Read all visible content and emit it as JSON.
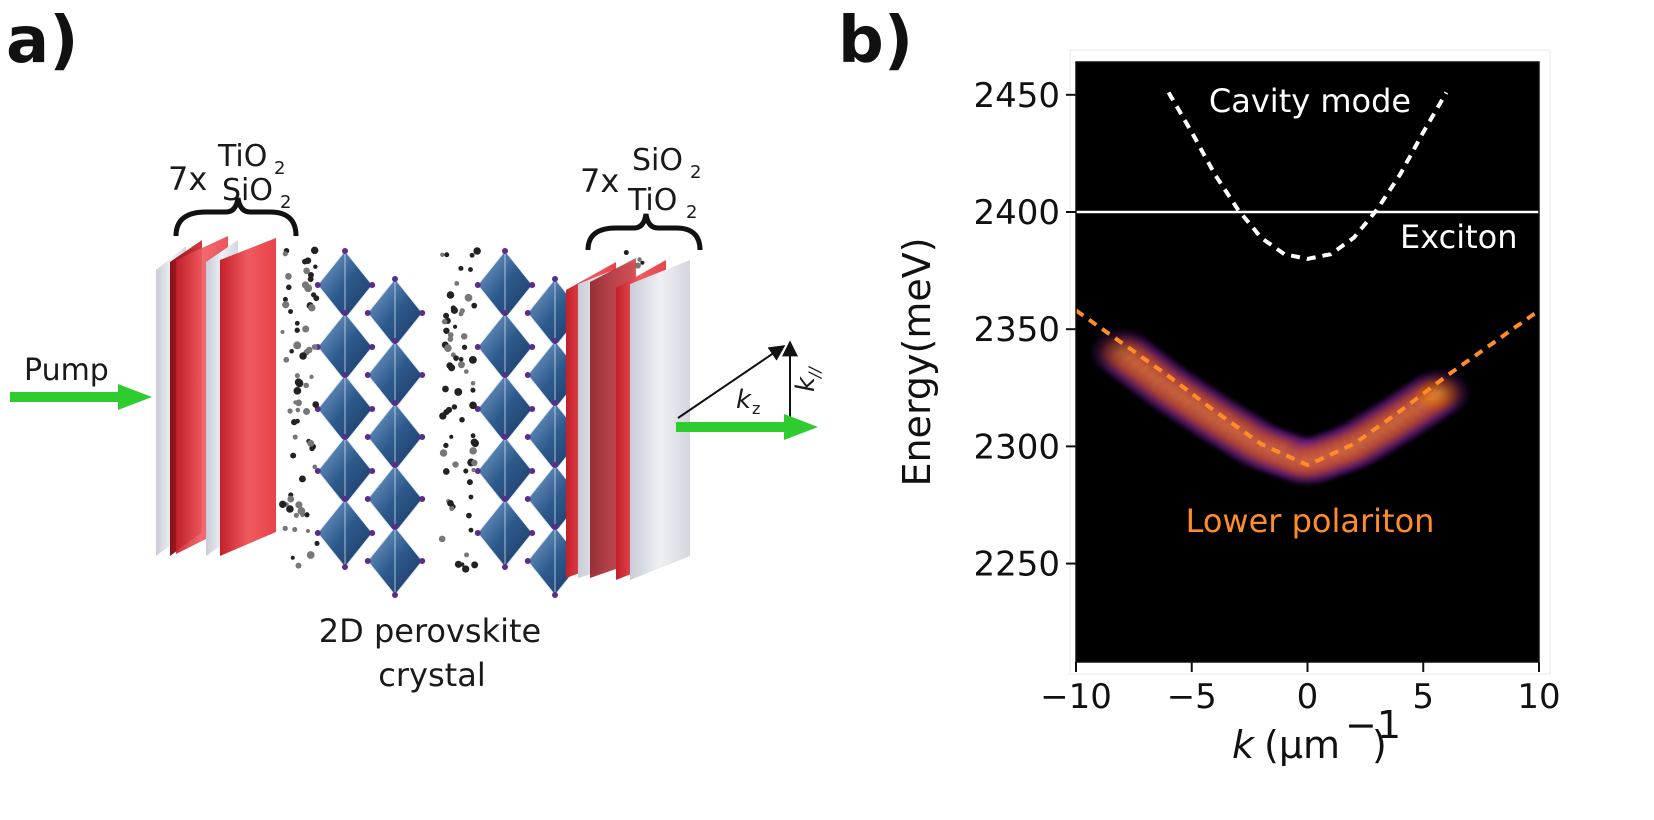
{
  "figure": {
    "panel_a_label": "a)",
    "panel_b_label": "b)"
  },
  "schematic": {
    "left_mirror_prefix": "7x",
    "left_mirror_top": "TiO",
    "left_mirror_bottom": "SiO",
    "right_mirror_prefix": "7x",
    "right_mirror_top": "SiO",
    "right_mirror_bottom": "TiO",
    "subscript": "2",
    "pump_label": "Pump",
    "kz_label": "k",
    "kz_sub": "z",
    "kpar_label": "k",
    "kpar_sub": "//",
    "crystal_label_line1": "2D perovskite",
    "crystal_label_line2": "crystal",
    "colors": {
      "mirror_red": "#e8434a",
      "mirror_white": "#e4e6ec",
      "pump_green": "#2ecc2e",
      "octahedra_blue": "#2d5a8c"
    }
  },
  "chart_data": {
    "type": "heatmap",
    "title": "",
    "xlabel": "k",
    "xlabel_unit": "(μm",
    "xlabel_unit_exp": "−1",
    "xlabel_unit_close": ")",
    "ylabel": "Energy(meV)",
    "xlim": [
      -10,
      10
    ],
    "ylim": [
      2208,
      2464
    ],
    "x_ticks": [
      -10,
      -5,
      0,
      5,
      10
    ],
    "x_tick_labels": [
      "−10",
      "−5",
      "0",
      "5",
      "10"
    ],
    "y_ticks": [
      2250,
      2300,
      2350,
      2400,
      2450
    ],
    "y_tick_labels": [
      "2250",
      "2300",
      "2350",
      "2400",
      "2450"
    ],
    "grid": false,
    "background": "#000000",
    "series": [
      {
        "name": "Cavity mode",
        "style": "dashed",
        "color": "#ffffff",
        "x": [
          -6,
          -5,
          -4,
          -3,
          -2,
          -1,
          0,
          1,
          2,
          3,
          4,
          5,
          6
        ],
        "y": [
          2451,
          2434,
          2416,
          2401,
          2389,
          2382,
          2380,
          2382,
          2389,
          2401,
          2416,
          2434,
          2451
        ]
      },
      {
        "name": "Exciton",
        "style": "solid",
        "color": "#ffffff",
        "x": [
          -10,
          10
        ],
        "y": [
          2400,
          2400
        ]
      },
      {
        "name": "Lower polariton",
        "style": "dashed",
        "color": "#ff8c2a",
        "x": [
          -10,
          -8,
          -6,
          -4,
          -2,
          0,
          2,
          4,
          6,
          8,
          10
        ],
        "y": [
          2358,
          2344,
          2330,
          2315,
          2301,
          2292,
          2301,
          2315,
          2330,
          2344,
          2358
        ]
      }
    ],
    "emission": {
      "description_color": "#ff9a30",
      "x": [
        -8,
        -6,
        -4,
        -2,
        0,
        2,
        4,
        6
      ],
      "y": [
        2340,
        2325,
        2312,
        2300,
        2293,
        2300,
        2312,
        2325
      ]
    },
    "annotations": [
      {
        "text": "Cavity mode",
        "color": "#ffffff"
      },
      {
        "text": "Exciton",
        "color": "#ffffff"
      },
      {
        "text": "Lower polariton",
        "color": "#ff8c2a"
      }
    ]
  }
}
